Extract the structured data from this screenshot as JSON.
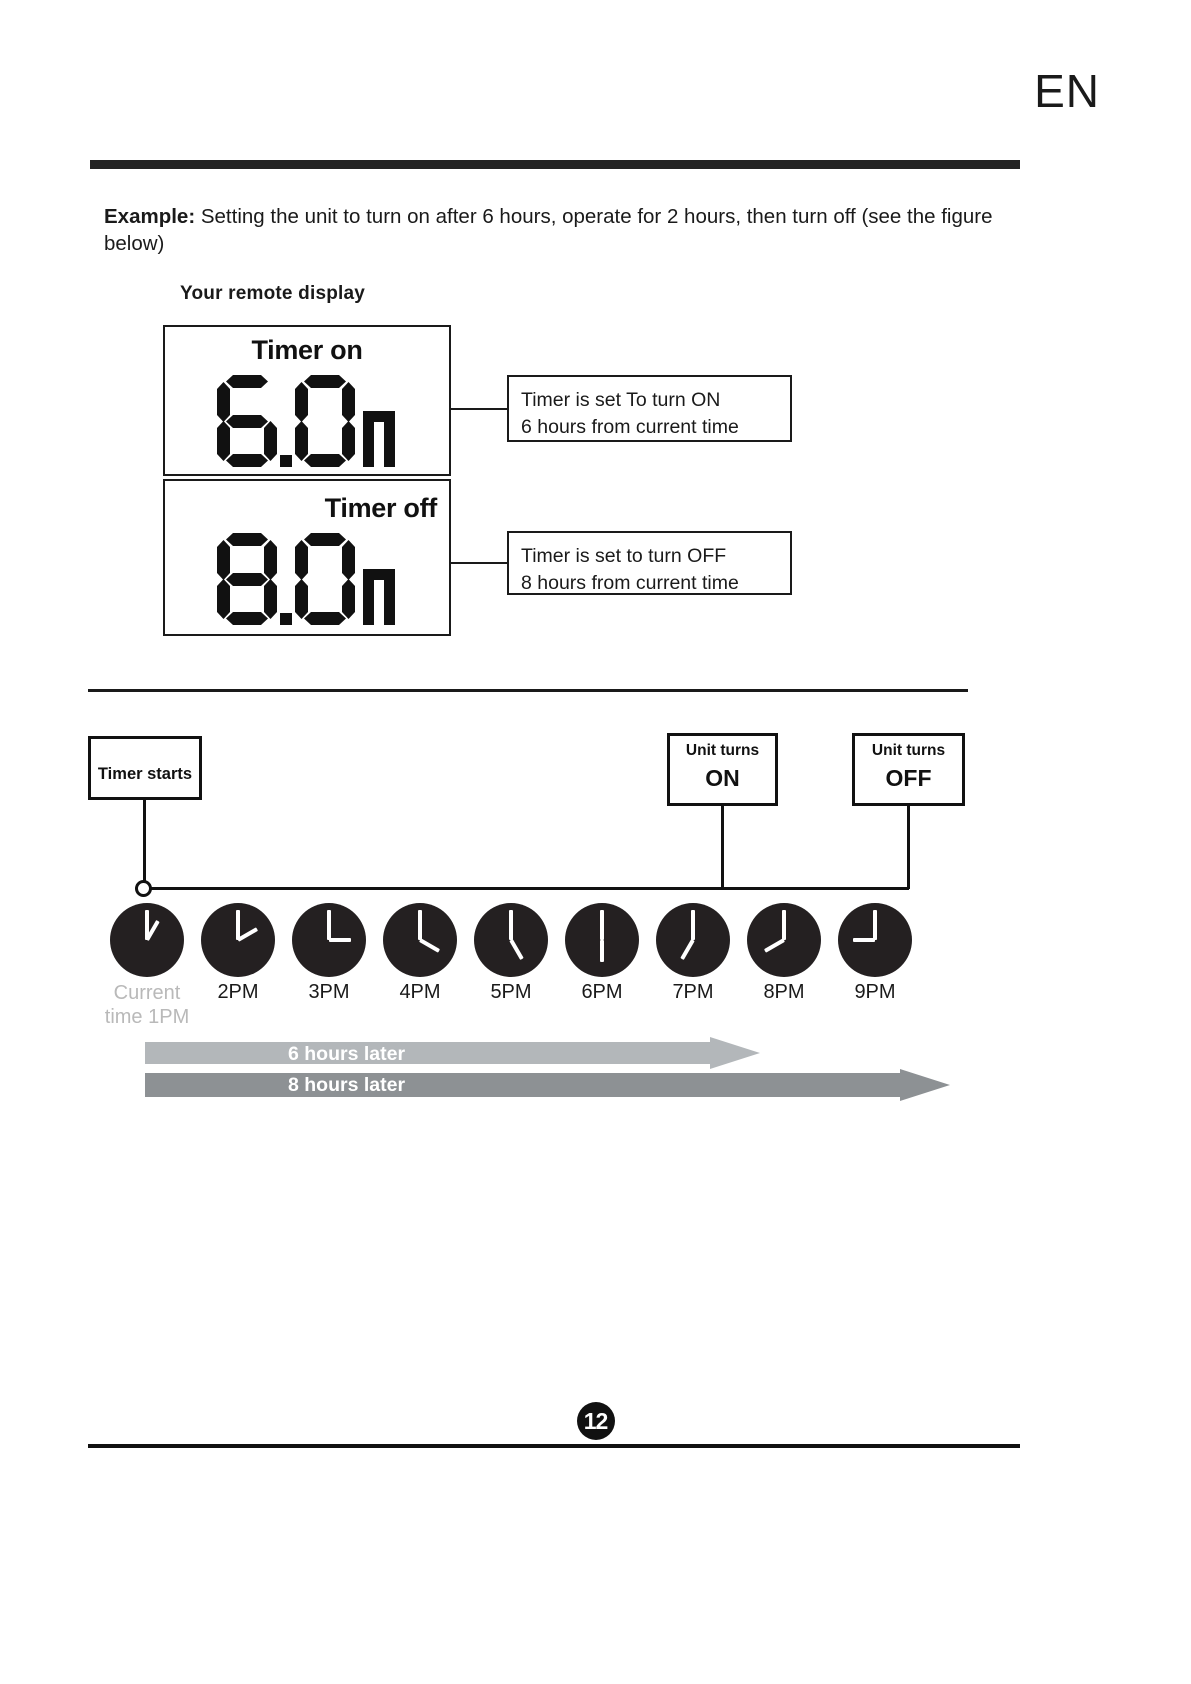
{
  "header": {
    "language_tag": "EN"
  },
  "example": {
    "label": "Example:",
    "text": " Setting the unit to turn on after 6 hours, operate for 2 hours, then turn off (see the figure below)"
  },
  "remote": {
    "section_title": "Your remote display",
    "displays": [
      {
        "label": "Timer on",
        "value": "6.0",
        "unit": "h",
        "digits": [
          "6",
          ".",
          "0"
        ],
        "callout": [
          "Timer is set To turn ON",
          "6 hours from current time"
        ]
      },
      {
        "label": "Timer off",
        "value": "8.0",
        "unit": "h",
        "digits": [
          "8",
          ".",
          "0"
        ],
        "callout": [
          "Timer is set to turn OFF",
          "8 hours from current time"
        ]
      }
    ]
  },
  "timeline": {
    "boxes": {
      "start": {
        "line1": "Timer starts"
      },
      "on": {
        "line1": "Unit turns",
        "line2": "ON"
      },
      "off": {
        "line1": "Unit turns",
        "line2": "OFF"
      }
    },
    "clocks": [
      {
        "label": "Current\ntime 1PM",
        "hour": 1,
        "minute": 0,
        "current": true
      },
      {
        "label": "2PM",
        "hour": 2,
        "minute": 0,
        "current": false
      },
      {
        "label": "3PM",
        "hour": 3,
        "minute": 0,
        "current": false
      },
      {
        "label": "4PM",
        "hour": 4,
        "minute": 0,
        "current": false
      },
      {
        "label": "5PM",
        "hour": 5,
        "minute": 0,
        "current": false
      },
      {
        "label": "6PM",
        "hour": 6,
        "minute": 0,
        "current": false
      },
      {
        "label": "7PM",
        "hour": 7,
        "minute": 0,
        "current": false
      },
      {
        "label": "8PM",
        "hour": 8,
        "minute": 0,
        "current": false
      },
      {
        "label": "9PM",
        "hour": 9,
        "minute": 0,
        "current": false
      }
    ],
    "arrows": [
      {
        "label": "6 hours later",
        "hours": 6,
        "color": "#b3b7ba"
      },
      {
        "label": "8 hours later",
        "hours": 8,
        "color": "#8d9194"
      }
    ]
  },
  "footer": {
    "page_number": "12"
  },
  "colors": {
    "ink": "#1a1a1a",
    "rule": "#232323",
    "clock_face": "#242021",
    "clock_hand": "#ffffff",
    "current_label": "#b9b9b9",
    "arrow_light": "#b3b7ba",
    "arrow_dark": "#8d9194"
  }
}
